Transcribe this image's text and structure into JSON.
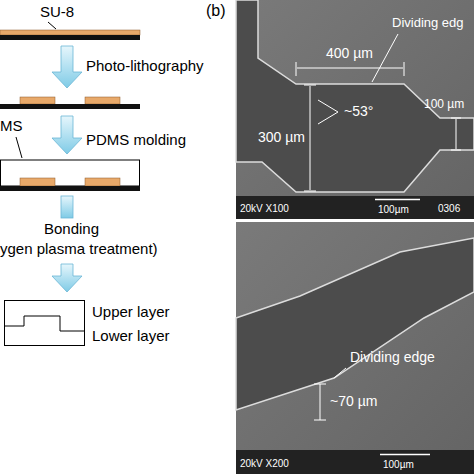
{
  "diagram": {
    "labels": [
      "SU-8",
      "Photo-lithography",
      "MS",
      "PDMS molding",
      "Bonding",
      "ygen plasma treatment)",
      "Upper layer",
      "Lower layer",
      "(b)",
      "Dividing edg",
      "400 µm",
      "300 µm",
      "100 µm",
      "~53°",
      "20kV X100",
      "100µm",
      "0306",
      "Dividing edge",
      "~70 µm",
      "20kV X200",
      "100µm"
    ]
  }
}
